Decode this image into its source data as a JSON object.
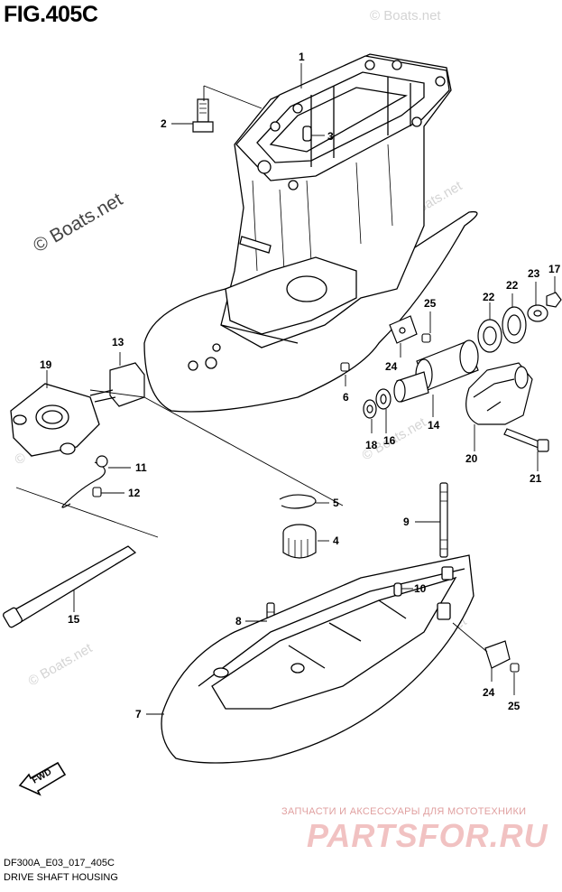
{
  "figure": {
    "title": "FIG.405C",
    "model_code": "DF300A_E03_017_405C",
    "subtitle": "DRIVE SHAFT HOUSING"
  },
  "watermarks": {
    "copyright_main": "© Boats.net",
    "copyright_small": "© Boats.net"
  },
  "brand": {
    "tagline": "ЗАПЧАСТИ И АКСЕССУАРЫ ДЛЯ МОТОТЕХНИКИ",
    "name": "PARTSFOR.RU"
  },
  "fwd_label": "FWD",
  "callouts": [
    "1",
    "2",
    "3",
    "4",
    "5",
    "6",
    "7",
    "8",
    "9",
    "10",
    "11",
    "12",
    "13",
    "14",
    "15",
    "16",
    "17",
    "18",
    "19",
    "20",
    "21",
    "22",
    "22",
    "23",
    "24",
    "24",
    "25",
    "25"
  ]
}
